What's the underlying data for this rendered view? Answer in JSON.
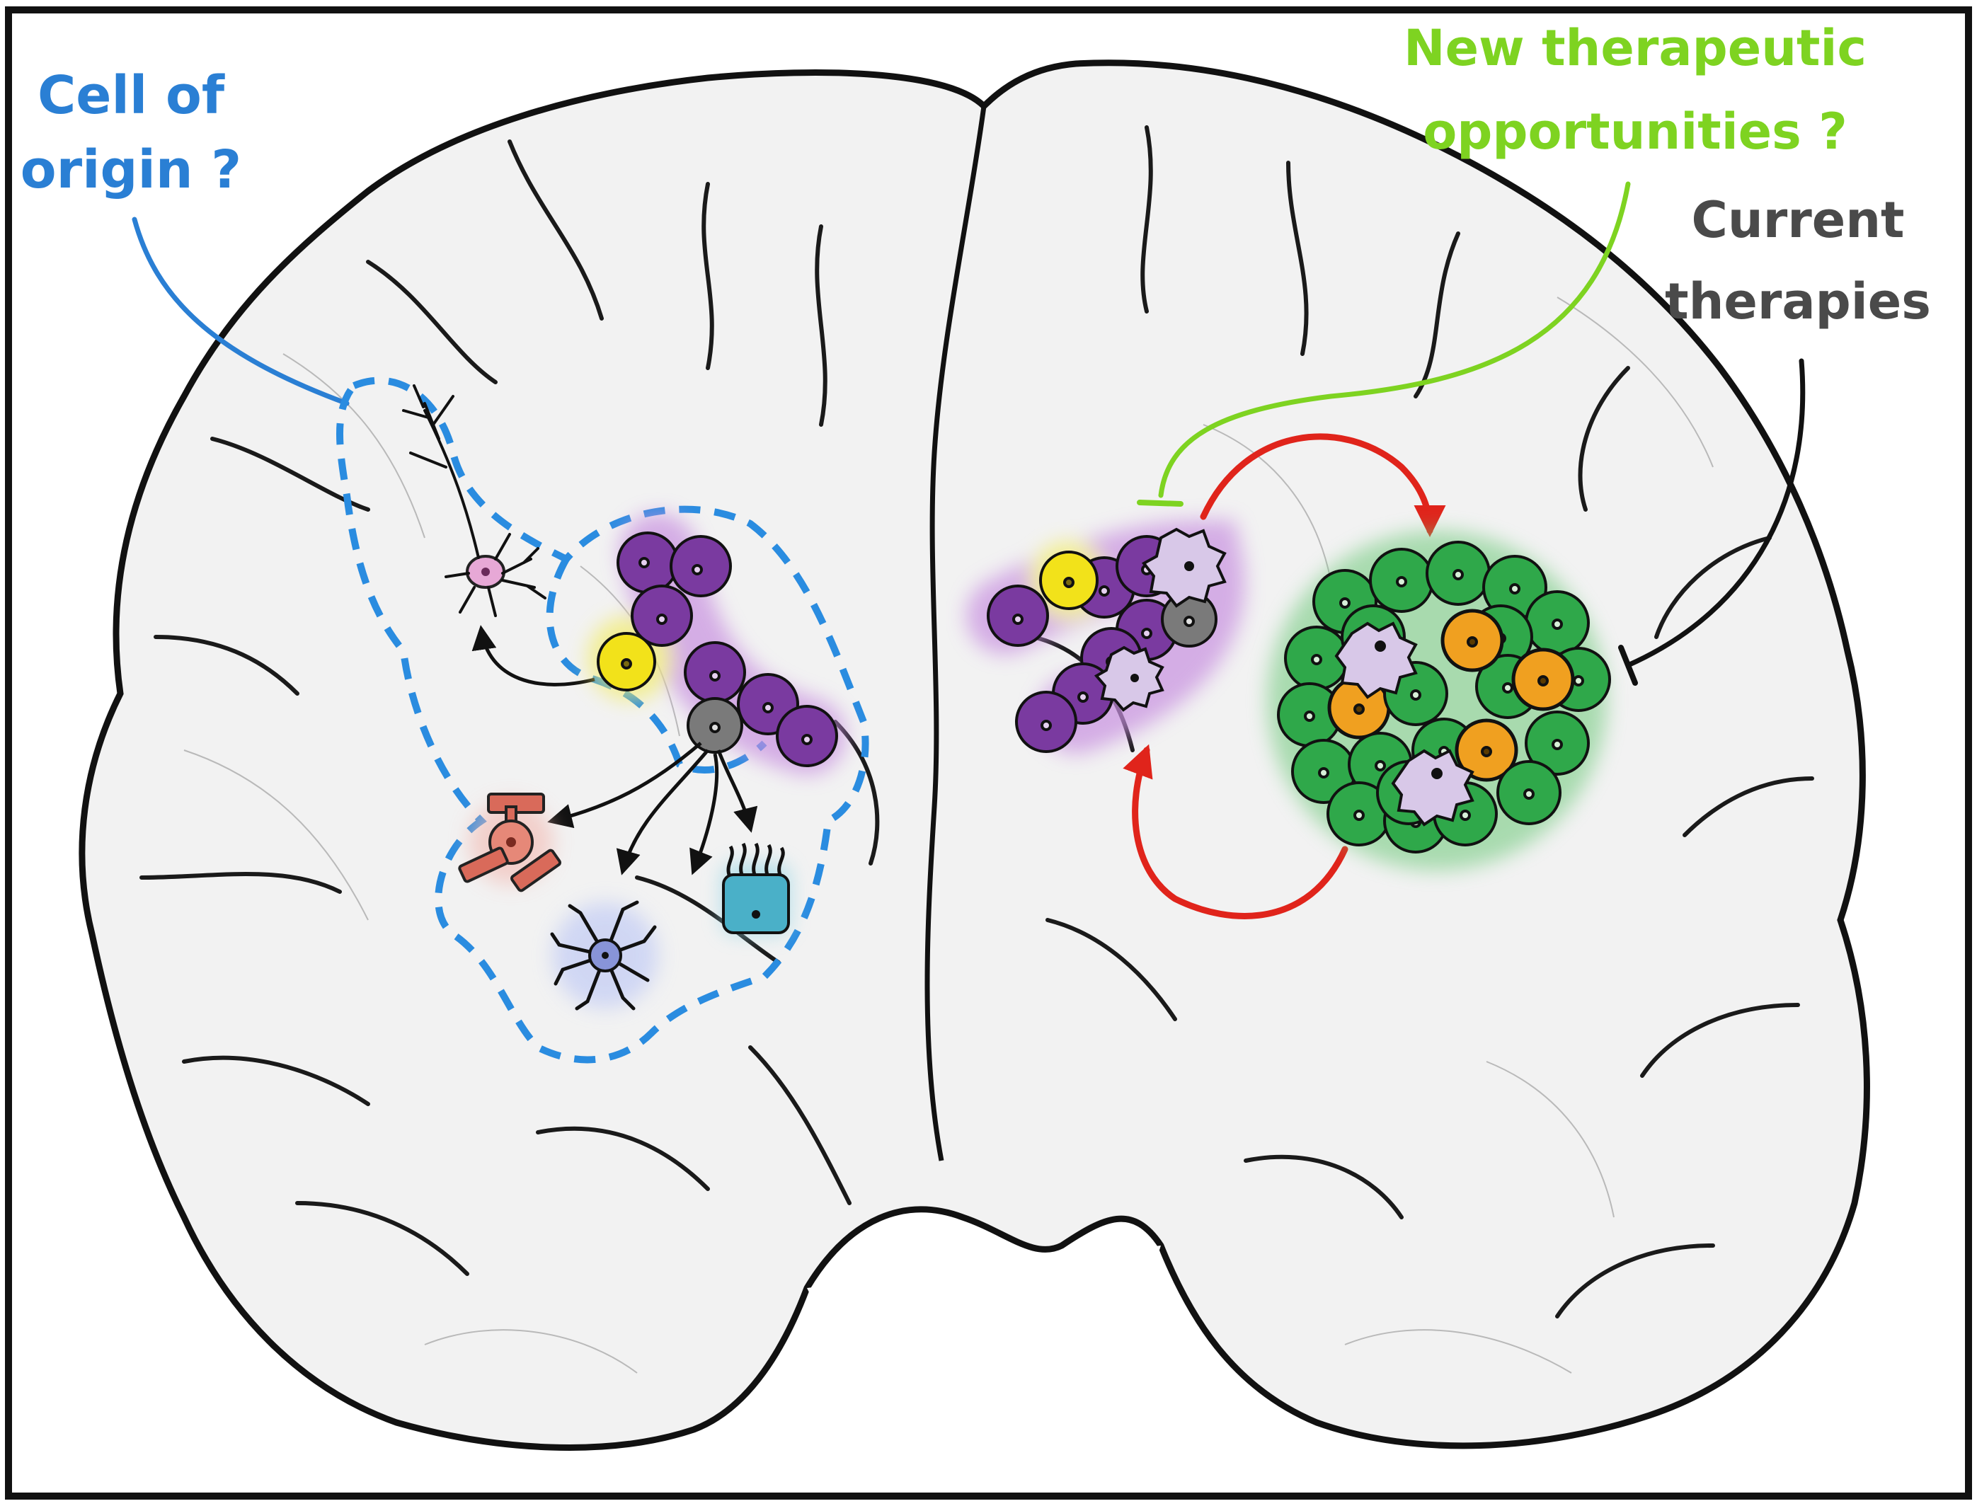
{
  "labels": {
    "cell_of_origin_line1": "Cell of",
    "cell_of_origin_line2": "origin ?",
    "new_therapeutic_line1": "New therapeutic",
    "new_therapeutic_line2": "opportunities ?",
    "current_therapies_line1": "Current",
    "current_therapies_line2": "therapies"
  },
  "colors": {
    "cell_of_origin": "#2a7fd4",
    "new_therapeutic": "#7ed321",
    "current_therapies": "#4a4a4a",
    "dashed_outline": "#2a8ce0",
    "cycle_arrows": "#e0241b",
    "stem_cell_purple": "#7a3aa0",
    "progenitor_yellow": "#f2e21a",
    "differentiated_grey": "#7a7a7a",
    "tumor_green": "#2fa84a",
    "tumor_orange": "#f0a020",
    "microglia_lilac": "#d8c8e8",
    "red_cell": "#d96a5a",
    "blue_cell": "#4ab0c8",
    "astro_blue": "#a8b4e8"
  },
  "icons": {
    "neuron": "neuron-icon",
    "stem_cell": "purple-cell-icon",
    "progenitor": "yellow-cell-icon",
    "differentiated": "grey-cell-icon",
    "microglia": "microglia-icon",
    "astrocyte": "astrocyte-icon",
    "ependymal": "ependymal-cell-icon",
    "blood_cell": "red-cell-icon",
    "tumor": "tumor-mass-icon"
  }
}
